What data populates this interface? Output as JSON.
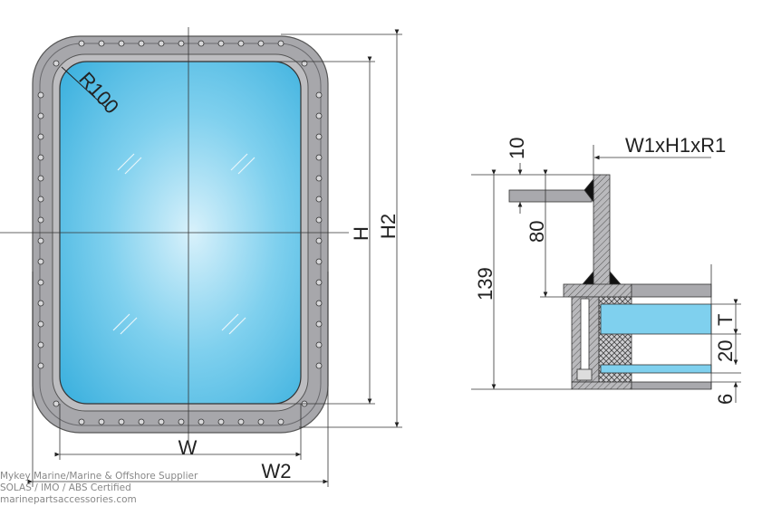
{
  "front_view": {
    "radius_label": "R100",
    "height_label": "H",
    "height2_label": "H2",
    "width_label": "W",
    "width2_label": "W2"
  },
  "section_view": {
    "size_label": "W1xH1xR1",
    "dim_10": "10",
    "dim_80": "80",
    "dim_139": "139",
    "dim_T": "T",
    "dim_20": "20",
    "dim_6": "6"
  },
  "watermark": {
    "line1": "Mykey Marine/Marine & Offshore Supplier",
    "line2": "SOLAS / IMO / ABS Certified",
    "line3": "marinepartsaccessories.com"
  },
  "colors": {
    "glass": "#5cc3e6",
    "frame": "#a9a9ad",
    "line": "#333333"
  }
}
